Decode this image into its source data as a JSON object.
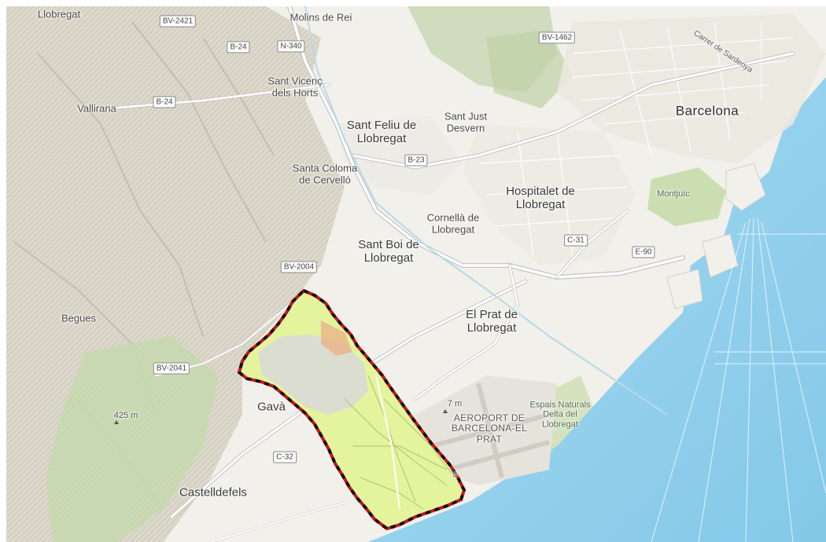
{
  "map": {
    "colors": {
      "land": "#f2f1ea",
      "relief": "#d8d5c8",
      "forest": "#c9dcb4",
      "sea": "#9fd6ee",
      "road": "#ffffff",
      "highway_casing": "#c2c2c2",
      "zone_fill": "#e4f59e",
      "zone_border_red": "#c21616",
      "zone_border_black": "#111111"
    },
    "places": {
      "llobregat_top": "Llobregat",
      "molins_de_rei": "Molins de Rei",
      "sant_vicenc": "Sant Vicenç\ndels Horts",
      "vallirana": "Vallirana",
      "sant_feliu": "Sant Feliu de\nLlobregat",
      "sant_just": "Sant Just\nDesvern",
      "barcelona": "Barcelona",
      "santa_coloma": "Santa Coloma\nde Cervelló",
      "hospitalet": "Hospitalet de\nLlobregat",
      "cornella": "Cornellà de\nLlobregat",
      "montjuic": "Montjuïc",
      "sant_boi": "Sant Boi de\nLlobregat",
      "el_prat": "El Prat de\nLlobregat",
      "begues": "Begues",
      "gava": "Gavà",
      "castelldefels": "Castelldefels",
      "carrer_sardenya": "Carrer de Sardenya",
      "airport": "AEROPORT DE\nBARCELONA-EL\nPRAT",
      "delta": "Espais Naturals\nDelta del\nLlobregat",
      "elevation_425": "425 m",
      "elevation_7": "7 m",
      "fragment_s": "s"
    },
    "roads": {
      "bv2421": "BV-2421",
      "b24_a": "B-24",
      "n340": "N-340",
      "bv1462": "BV-1462",
      "b24_b": "B-24",
      "b23": "B-23",
      "c31": "C-31",
      "e90": "E-90",
      "bv2004": "BV-2004",
      "bv2041": "BV-2041",
      "c32": "C-32"
    }
  }
}
